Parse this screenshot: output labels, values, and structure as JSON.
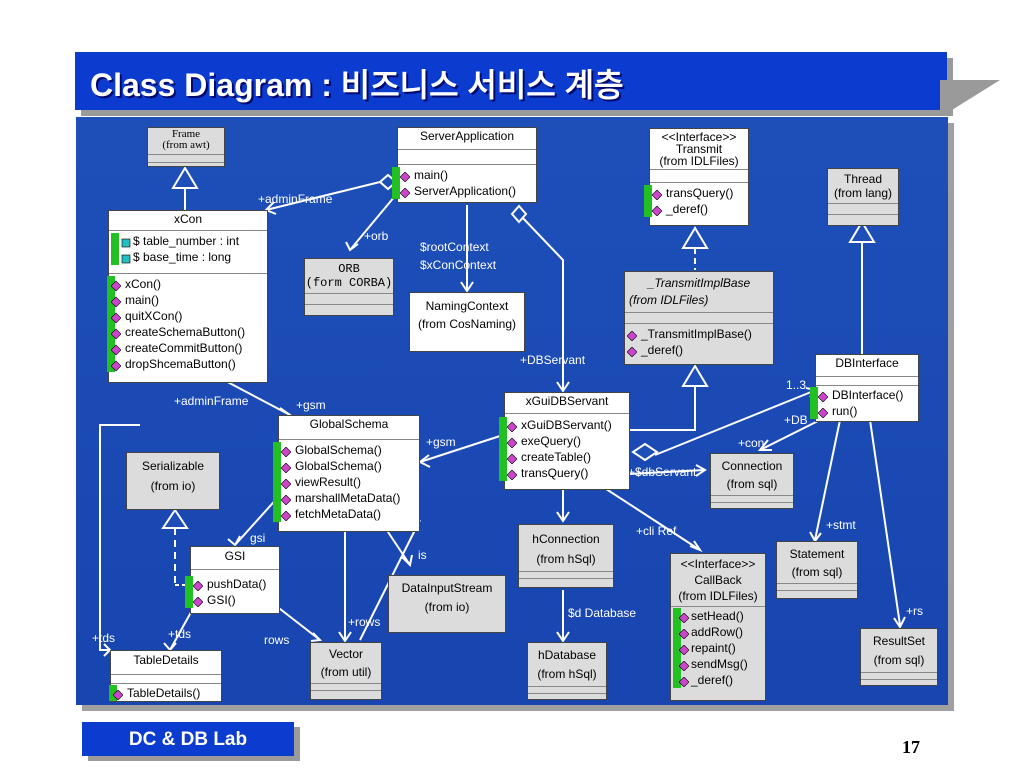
{
  "title": "Class Diagram : 비즈니스 서비스 계층",
  "footer": {
    "lab": "DC & DB Lab",
    "page": "17"
  },
  "classes": {
    "frame": {
      "name": "Frame",
      "pkg": "(from awt)"
    },
    "server_app": {
      "name": "ServerApplication",
      "ops": [
        "main()",
        "ServerApplication()"
      ]
    },
    "transmit": {
      "stereo": "<<Interface>>",
      "name": "Transmit",
      "pkg": "(from IDLFiles)",
      "ops": [
        "transQuery()",
        "_deref()"
      ]
    },
    "thread": {
      "name": "Thread",
      "pkg": "(from lang)"
    },
    "xcon": {
      "name": "xCon",
      "attrs": [
        "$ table_number : int",
        "$ base_time : long"
      ],
      "ops": [
        "xCon()",
        "main()",
        "quitXCon()",
        "createSchemaButton()",
        "createCommitButton()",
        "dropShcemaButton()"
      ]
    },
    "orb": {
      "name": "ORB",
      "pkg": "(form CORBA)"
    },
    "naming": {
      "name": "NamingContext",
      "pkg": "(from CosNaming)"
    },
    "transmit_impl": {
      "name": "_TransmitImplBase",
      "pkg": "(from IDLFiles)",
      "ops": [
        "_TransmitImplBase()",
        "_deref()"
      ]
    },
    "dbinterface": {
      "name": "DBInterface",
      "ops": [
        "DBInterface()",
        "run()"
      ]
    },
    "xgui": {
      "name": "xGuiDBServant",
      "ops": [
        "xGuiDBServant()",
        "exeQuery()",
        "createTable()",
        "transQuery()"
      ]
    },
    "global_schema": {
      "name": "GlobalSchema",
      "ops": [
        "GlobalSchema()",
        "GlobalSchema()",
        "viewResult()",
        "marshallMetaData()",
        "fetchMetaData()"
      ]
    },
    "serializable": {
      "name": "Serializable",
      "pkg": "(from io)"
    },
    "connection": {
      "name": "Connection",
      "pkg": "(from sql)"
    },
    "hconnection": {
      "name": "hConnection",
      "pkg": "(from hSql)"
    },
    "statement": {
      "name": "Statement",
      "pkg": "(from sql)"
    },
    "callback": {
      "stereo": "<<Interface>>",
      "name": "CallBack",
      "pkg": "(from IDLFiles)",
      "ops": [
        "setHead()",
        "addRow()",
        "repaint()",
        "sendMsg()",
        "_deref()"
      ]
    },
    "gsi": {
      "name": "GSI",
      "ops": [
        "pushData()",
        "GSI()"
      ]
    },
    "datainput": {
      "name": "DataInputStream",
      "pkg": "(from io)"
    },
    "resultset": {
      "name": "ResultSet",
      "pkg": "(from sql)"
    },
    "tabledetails": {
      "name": "TableDetails",
      "ops": [
        "TableDetails()"
      ]
    },
    "vector": {
      "name": "Vector",
      "pkg": "(from util)"
    },
    "hdatabase": {
      "name": "hDatabase",
      "pkg": "(from hSql)"
    }
  },
  "labels": {
    "admin_frame_top": "+adminFrame",
    "orb": "+orb",
    "root_context": "$rootContext",
    "xcon_context": "$xConContext",
    "dbservant": "+DBServant",
    "admin_frame_bottom": "+adminFrame",
    "gsm_top": "+gsm",
    "gsm_mid": "+gsm",
    "mult": "1..3",
    "db": "+DB",
    "con": "+con",
    "dbservant2": "+$dbServant",
    "cli_ref": "+cli Ref",
    "stmt": "+stmt",
    "gsi": "gsi",
    "is": "is",
    "d_database": "$d Database",
    "rs": "+rs",
    "rows_plus": "+rows",
    "tds1": "+tds",
    "tds2": "+tds",
    "rows": "rows"
  },
  "colors": {
    "title_bg": "#0c3ccf",
    "panel_bg": "#1e4fb8",
    "op_icon": "#cc44cc",
    "attr_icon": "#22c022"
  }
}
